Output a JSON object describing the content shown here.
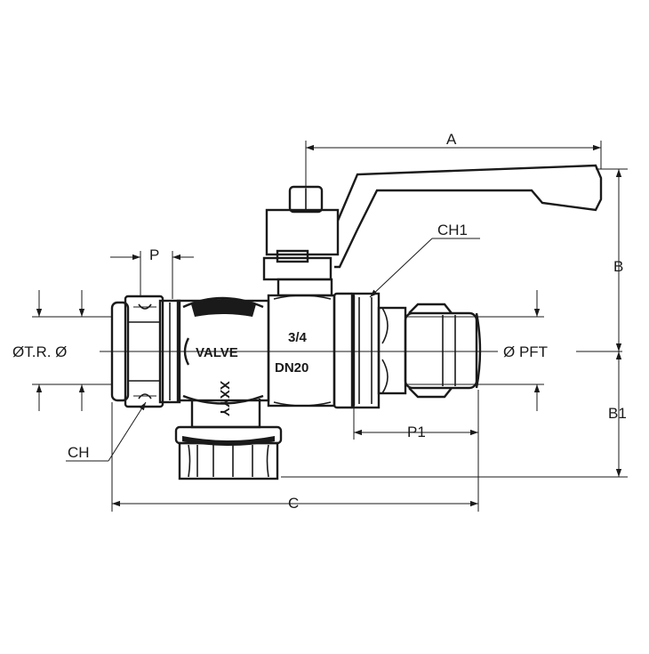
{
  "labels": {
    "A": "A",
    "B": "B",
    "B1": "B1",
    "C": "C",
    "P": "P",
    "P1": "P1",
    "CH": "CH",
    "CH1": "CH1",
    "tr_diameter": "ØT.R. Ø",
    "pft_diameter": "Ø PFT"
  },
  "body_markings": {
    "brand": "VALVE",
    "size": "3/4",
    "nominal": "DN20",
    "side_mark": "XXYY"
  }
}
